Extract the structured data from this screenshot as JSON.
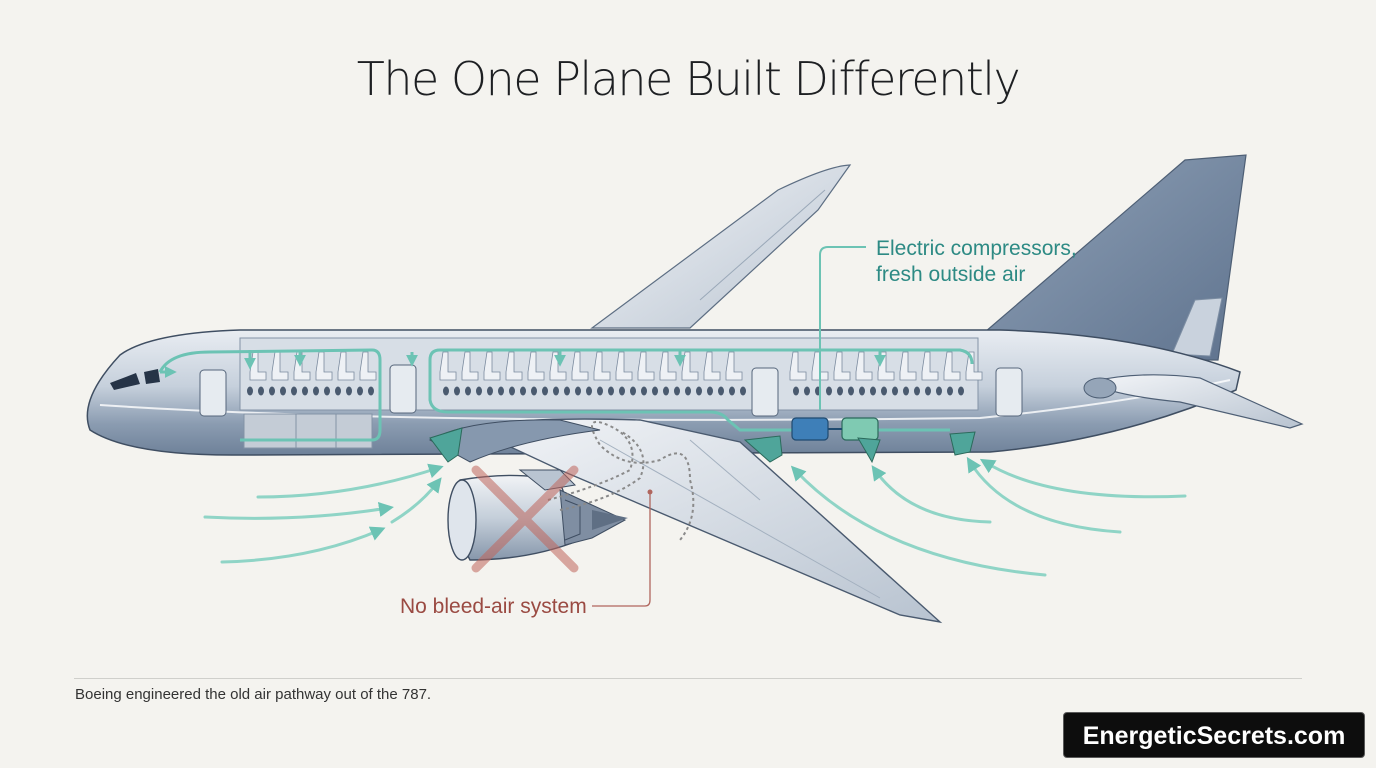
{
  "title": "The One Plane Built Differently",
  "callouts": {
    "compressors_line1": "Electric compressors,",
    "compressors_line2": "fresh outside air",
    "no_bleed": "No bleed-air system"
  },
  "caption": "Boeing engineered the old air pathway out of the 787.",
  "brand": "EnergeticSecrets.com",
  "colors": {
    "airflow": "#6cc3b4",
    "fuselage": "#7b8fa7",
    "no_bleed": "#9a4a42",
    "compressor": "#3e7fb8"
  }
}
